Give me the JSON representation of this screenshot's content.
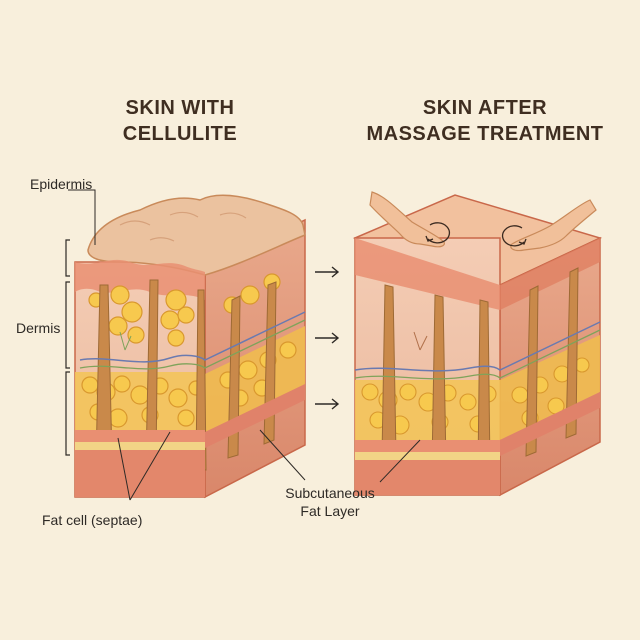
{
  "titles": {
    "left_line1": "SKIN WITH",
    "left_line2": "CELLULITE",
    "right_line1": "SKIN AFTER",
    "right_line2": "MASSAGE TREATMENT"
  },
  "labels": {
    "epidermis": "Epidermis",
    "dermis": "Dermis",
    "fat_cell": "Fat cell (septae)",
    "subcutaneous_line1": "Subcutaneous",
    "subcutaneous_line2": "Fat Layer"
  },
  "colors": {
    "background": "#f8efdc",
    "epidermis": "#e8b38a",
    "dermis": "#f0c1a6",
    "fat": "#f6c755",
    "septae": "#c98a4a",
    "outline": "#c9684a"
  }
}
